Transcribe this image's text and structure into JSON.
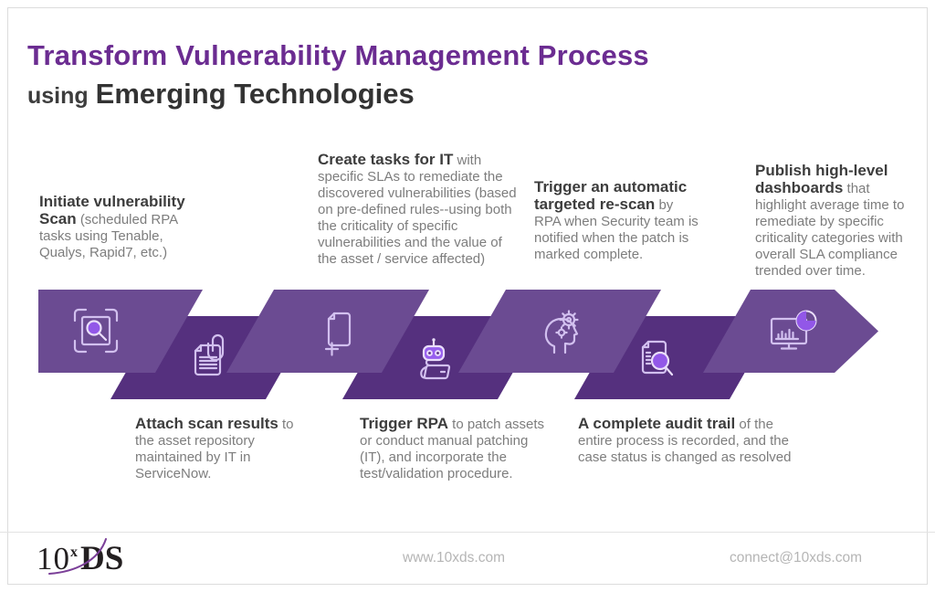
{
  "header": {
    "title_accent": "Transform Vulnerability Management Process",
    "title_prefix": "using",
    "title_main": "Emerging Technologies"
  },
  "steps": [
    {
      "icon": "scan-search-icon",
      "position": "top",
      "bold": "Initiate vulnerability Scan",
      "text": "(scheduled RPA tasks using Tenable, Qualys, Rapid7, etc.)"
    },
    {
      "icon": "attach-results-icon",
      "position": "bottom",
      "bold": "Attach scan results",
      "text": "to the asset repository maintained by IT in ServiceNow."
    },
    {
      "icon": "create-task-icon",
      "position": "top",
      "bold": "Create tasks for IT",
      "text": "with specific SLAs to remediate the discovered vulnerabilities (based on pre-defined rules--using both the criticality of specific vulnerabilities and the value of the asset / service affected)"
    },
    {
      "icon": "rpa-robot-icon",
      "position": "bottom",
      "bold": "Trigger RPA",
      "text": "to patch assets or conduct manual patching (IT), and incorporate the test/validation procedure."
    },
    {
      "icon": "rescan-cognitive-icon",
      "position": "top",
      "bold": "Trigger an automatic targeted re-scan",
      "text": "by RPA when Security team is notified when the patch is marked complete."
    },
    {
      "icon": "audit-trail-icon",
      "position": "bottom",
      "bold": "A complete audit trail",
      "text": "of the entire process is recorded, and the case status is changed as resolved"
    },
    {
      "icon": "dashboard-chart-icon",
      "position": "top",
      "bold": "Publish high-level dashboards",
      "text": "that highlight average time to remediate by specific criticality categories with overall SLA compliance trended over time."
    }
  ],
  "footer": {
    "logo": {
      "number": "10",
      "exponent": "x",
      "letters": "DS"
    },
    "website": "www.10xds.com",
    "email": "connect@10xds.com"
  },
  "colors": {
    "title_accent": "#6B2C91",
    "ribbon_primary": "#6B4B92",
    "ribbon_dark": "#55307E",
    "icon_line": "#D2C0EF",
    "icon_fill": "#9257E8",
    "bold_text": "#3D3D3D",
    "body_text": "#7D7D7D",
    "footer_text": "#B5B5B5"
  }
}
